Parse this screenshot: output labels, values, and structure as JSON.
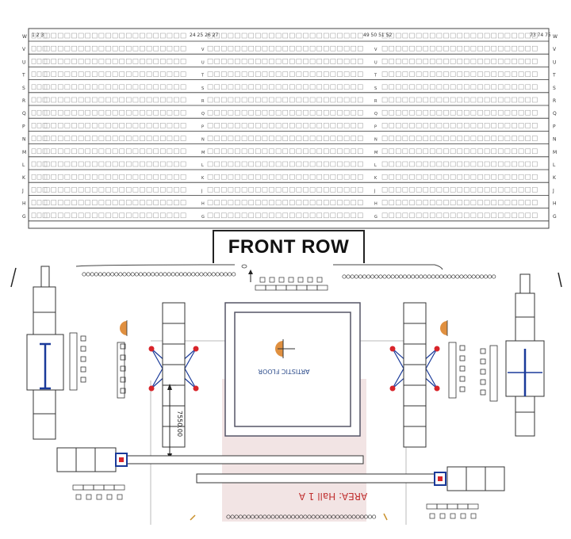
{
  "seating_chart": {
    "rows": [
      "W",
      "V",
      "U",
      "T",
      "S",
      "R",
      "Q",
      "P",
      "N",
      "M",
      "L",
      "K",
      "J",
      "H",
      "G"
    ],
    "seat_numbers_left": "1 2 3",
    "seat_numbers_mid_left": "24 25 26 27",
    "seat_numbers_mid_right": "49 50 51 52",
    "seat_numbers_right": "73 74 75"
  },
  "front_row_label": "FRONT ROW",
  "floor_plan": {
    "artistic_floor_label": "ARTISTIC FLOOR",
    "area_label": "AREA: Hall 1 A",
    "dimension_label": "7550.00"
  },
  "colors": {
    "line": "#333333",
    "seat": "#888888",
    "equipment_blue": "#1a3a9a",
    "anchor_red": "#d8242a",
    "judge_orange": "#e09040",
    "pink_area": "#f2e4e4",
    "area_text": "#c03030"
  }
}
